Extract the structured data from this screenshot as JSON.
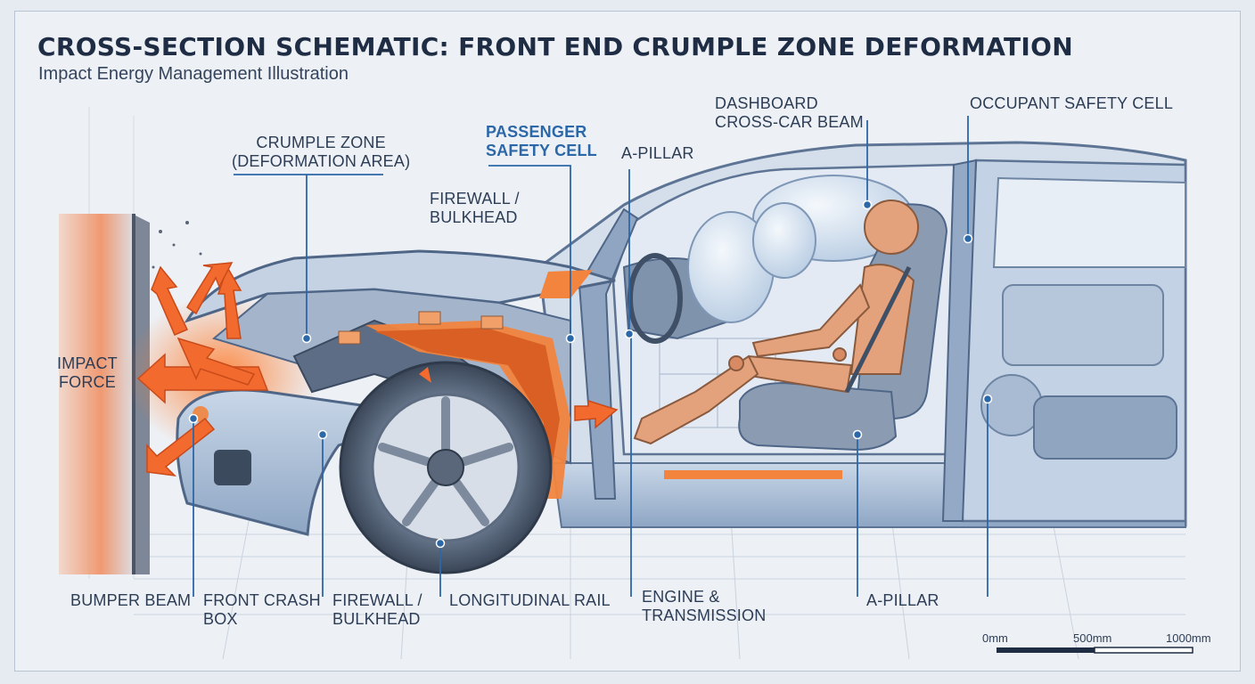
{
  "header": {
    "title": "CROSS-SECTION SCHEMATIC: FRONT END CRUMPLE ZONE DEFORMATION",
    "subtitle": "Impact Energy Management Illustration"
  },
  "labels": {
    "crumple_zone": [
      "CRUMPLE ZONE",
      "(DEFORMATION AREA)"
    ],
    "passenger_safety_cell": [
      "PASSENGER",
      "SAFETY CELL"
    ],
    "firewall_top": [
      "FIREWALL /",
      "BULKHEAD"
    ],
    "a_pillar_top": "A-PILLAR",
    "dashboard_beam": [
      "DASHBOARD",
      "CROSS-CAR BEAM"
    ],
    "occupant_safety_cell": "OCCUPANT SAFETY CELL",
    "impact_force": [
      "IMPACT",
      "FORCE"
    ],
    "bumper_beam": "BUMPER BEAM",
    "front_crash_box": [
      "FRONT CRASH",
      "BOX"
    ],
    "firewall_bottom": [
      "FIREWALL /",
      "BULKHEAD"
    ],
    "longitudinal_rail": "LONGITUDINAL RAIL",
    "engine_transmission": [
      "ENGINE &",
      "TRANSMISSION"
    ],
    "a_pillar_bottom": "A-PILLAR"
  },
  "scale_bar": {
    "ticks": [
      "0mm",
      "500mm",
      "1000mm"
    ]
  },
  "colors": {
    "line": "#2c67a8",
    "impact_orange": "#f26a2e",
    "body_blue": "#a9bdd6",
    "dummy": "#e3a27c"
  }
}
